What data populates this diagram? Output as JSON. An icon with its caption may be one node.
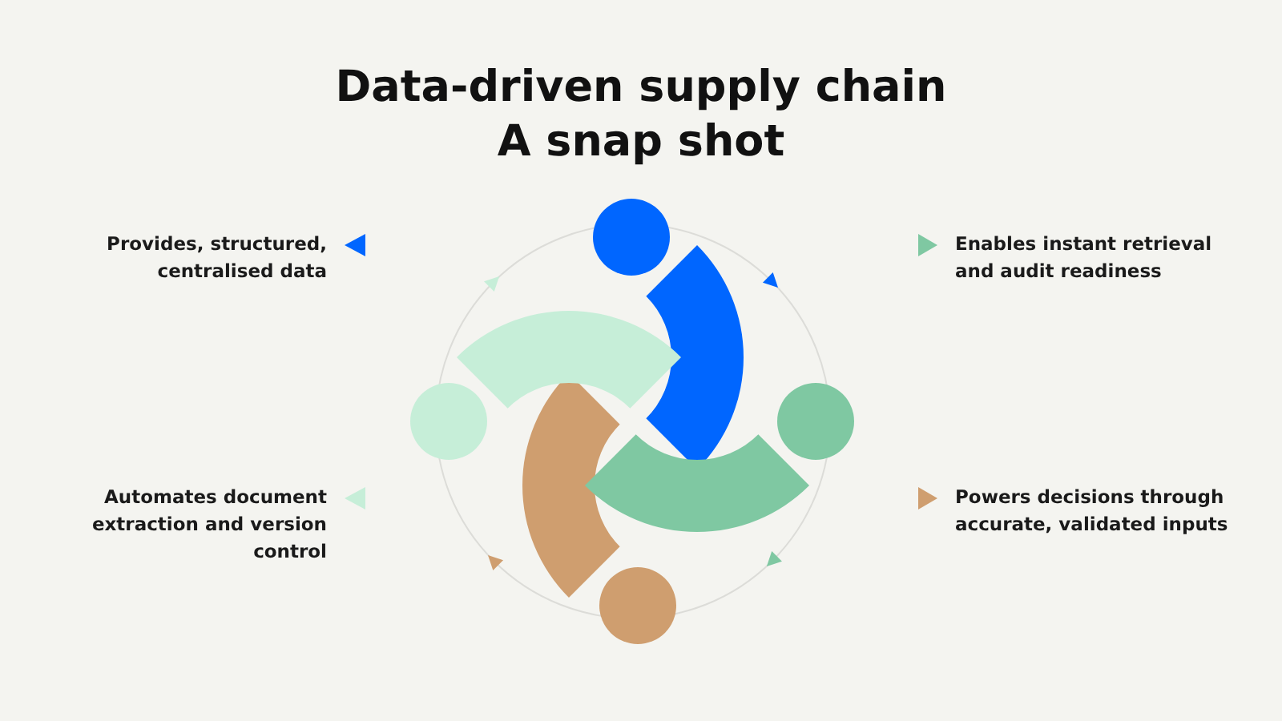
{
  "diagram": {
    "title": "Data-driven supply chain A snap shot",
    "legend": [
      {
        "text": "Provides,  structured, centralised data",
        "color": "#0066ff"
      },
      {
        "text": "Enables instant retrieval and audit readiness",
        "color": "#7fc8a2"
      },
      {
        "text": "Automates document extraction and version control",
        "color": "#c6eed8"
      },
      {
        "text": "Powers decisions through accurate, validated inputs",
        "color": "#cf9e6f"
      }
    ]
  }
}
